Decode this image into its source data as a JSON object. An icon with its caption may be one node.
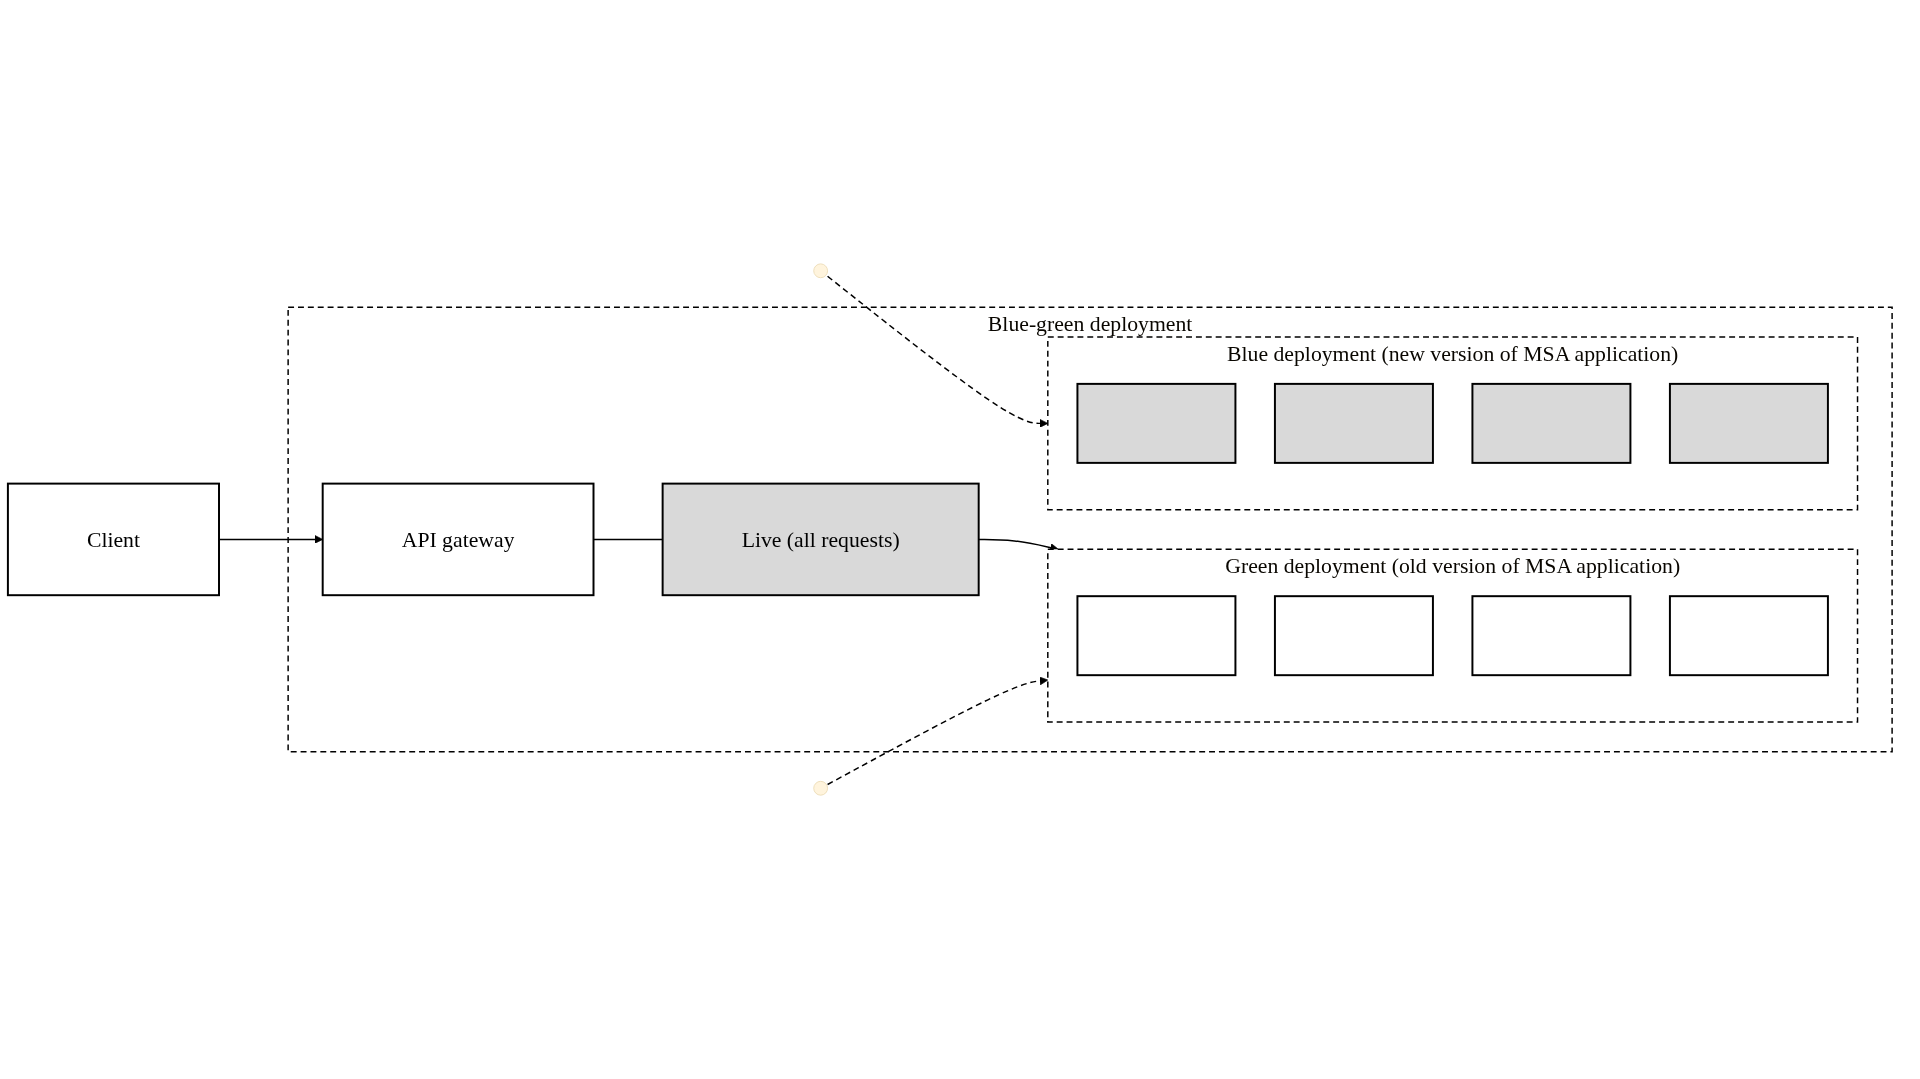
{
  "diagram": {
    "nodes": [
      {
        "text": [
          "Blue-green deployment"
        ]
      },
      {
        "text": [
          "Client"
        ]
      },
      {
        "text": [
          "API gateway"
        ],
        "in": 0
      },
      {
        "text": [
          "Live (all requests)"
        ],
        "in": 0
      },
      {
        "text": [
          "Green deployment (old version of MSA application)"
        ],
        "in": 0
      },
      {
        "text": [],
        "shape": "box",
        "in": 4
      },
      {
        "text": [],
        "shape": "box",
        "in": 4
      },
      {
        "text": [],
        "shape": "box",
        "in": 4
      },
      {
        "text": [],
        "shape": "box",
        "in": 4
      },
      {
        "text": [
          "Blue deployment (new version of MSA application)"
        ],
        "in": 0
      },
      {
        "text": [],
        "shape": "box",
        "in": 9
      },
      {
        "text": [],
        "shape": "box",
        "in": 9
      },
      {
        "text": [],
        "shape": "box",
        "in": 9
      },
      {
        "text": [],
        "shape": "box",
        "in": 9
      }
    ],
    "edges": [
      {
        "from": 1,
        "to": 2,
        "arrow": "to"
      },
      {
        "from": 2,
        "to": 3,
        "arrow": "none"
      },
      {
        "from": 3,
        "to": 4,
        "arrow": "to"
      },
      {
        "from": null,
        "to": 4,
        "arrow": "to",
        "style": "dashed"
      },
      {
        "from": null,
        "to": 9,
        "arrow": "to",
        "style": "dashed"
      }
    ]
  }
}
